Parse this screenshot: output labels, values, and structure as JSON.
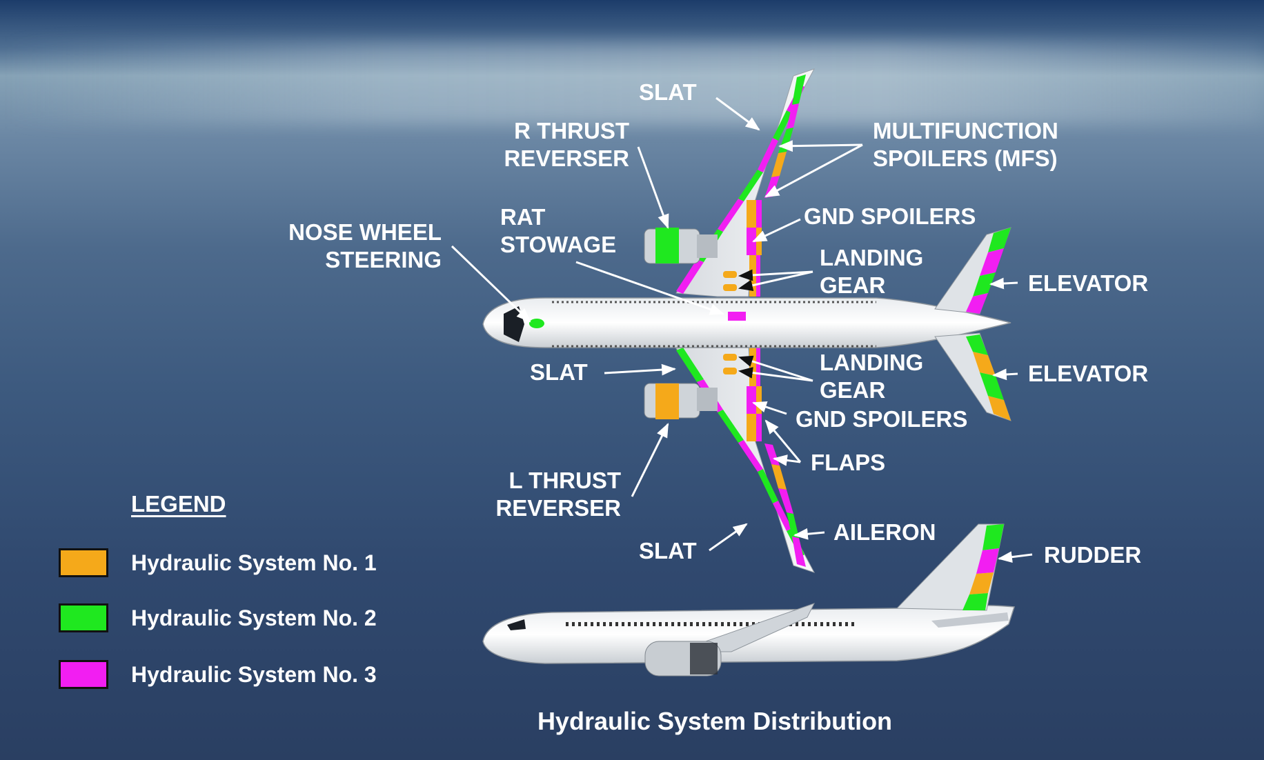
{
  "caption": "Hydraulic System Distribution",
  "legend": {
    "title": "LEGEND",
    "items": [
      {
        "label": "Hydraulic System No. 1",
        "color": "#f5a91a"
      },
      {
        "label": "Hydraulic System No. 2",
        "color": "#1fe81f"
      },
      {
        "label": "Hydraulic System No. 3",
        "color": "#f21ef2"
      }
    ]
  },
  "labels": {
    "slat_top": "SLAT",
    "r_thrust_reverser_1": "R THRUST",
    "r_thrust_reverser_2": "REVERSER",
    "mfs_1": "MULTIFUNCTION",
    "mfs_2": "SPOILERS (MFS)",
    "rat_stowage_1": "RAT",
    "rat_stowage_2": "STOWAGE",
    "gnd_spoilers_top": "GND SPOILERS",
    "nose_wheel_1": "NOSE WHEEL",
    "nose_wheel_2": "STEERING",
    "landing_gear_top_1": "LANDING",
    "landing_gear_top_2": "GEAR",
    "elevator_top": "ELEVATOR",
    "slat_mid": "SLAT",
    "landing_gear_bottom_1": "LANDING",
    "landing_gear_bottom_2": "GEAR",
    "elevator_bottom": "ELEVATOR",
    "gnd_spoilers_bottom": "GND SPOILERS",
    "flaps": "FLAPS",
    "l_thrust_reverser_1": "L THRUST",
    "l_thrust_reverser_2": "REVERSER",
    "aileron": "AILERON",
    "slat_bottom": "SLAT",
    "rudder": "RUDDER"
  }
}
